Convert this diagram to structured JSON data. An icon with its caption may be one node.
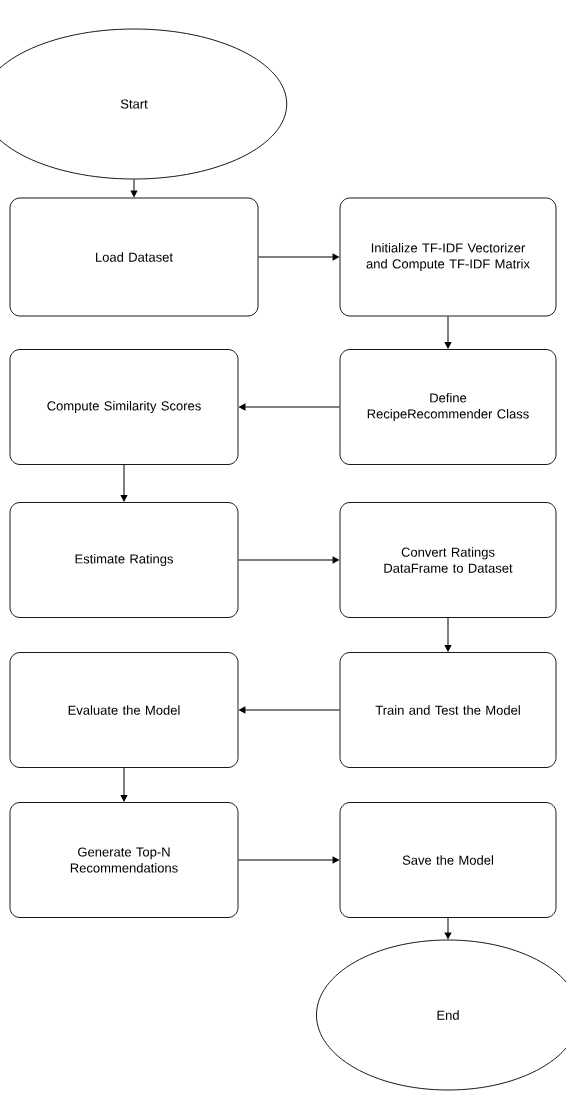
{
  "diagram": {
    "nodes": [
      {
        "text": [
          "Start"
        ]
      },
      {
        "text": [
          "Load Dataset"
        ]
      },
      {
        "text": [
          "Initialize TF-IDF Vectorizer and Compute TF-IDF Matrix"
        ]
      },
      {
        "text": [
          "Define RecipeRecommender Class"
        ]
      },
      {
        "text": [
          "Compute Similarity Scores"
        ]
      },
      {
        "text": [
          "Estimate Ratings"
        ]
      },
      {
        "text": [
          "Convert Ratings DataFrame to Dataset"
        ]
      },
      {
        "text": [
          "Train and Test the Model"
        ]
      },
      {
        "text": [
          "Evaluate the Model"
        ]
      },
      {
        "text": [
          "Generate Top-N Recommendations"
        ]
      },
      {
        "text": [
          "Save the Model"
        ]
      },
      {
        "text": [
          "End"
        ]
      }
    ],
    "edges": [
      {
        "from": 0,
        "to": 1,
        "arrow": "to"
      },
      {
        "from": 1,
        "to": 2,
        "arrow": "to"
      },
      {
        "from": 2,
        "to": 3,
        "arrow": "to"
      },
      {
        "from": 3,
        "to": 4,
        "arrow": "to"
      },
      {
        "from": 4,
        "to": 5,
        "arrow": "to"
      },
      {
        "from": 5,
        "to": 6,
        "arrow": "to"
      },
      {
        "from": 6,
        "to": 7,
        "arrow": "to"
      },
      {
        "from": 7,
        "to": 8,
        "arrow": "to"
      },
      {
        "from": 8,
        "to": 9,
        "arrow": "to"
      },
      {
        "from": 9,
        "to": 10,
        "arrow": "to"
      },
      {
        "from": 10,
        "to": 11,
        "arrow": "to"
      }
    ]
  }
}
